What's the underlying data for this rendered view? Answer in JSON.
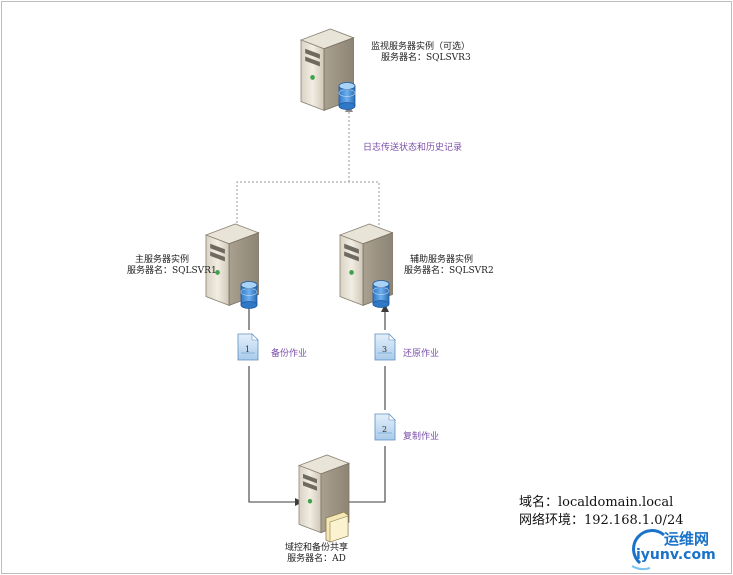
{
  "nodes": {
    "monitor": {
      "title": "监视服务器实例（可选）",
      "name": "服务器名：SQLSVR3"
    },
    "primary": {
      "title": "主服务器实例",
      "name": "服务器名：SQLSVR1"
    },
    "secondary": {
      "title": "辅助服务器实例",
      "name": "服务器名：SQLSVR2"
    },
    "share": {
      "title": "域控和备份共享",
      "name": "服务器名：AD"
    }
  },
  "edges": {
    "history": "日志传送状态和历史记录",
    "backup": {
      "number": "1",
      "label": "备份作业"
    },
    "copy": {
      "number": "2",
      "label": "复制作业"
    },
    "restore": {
      "number": "3",
      "label": "还原作业"
    }
  },
  "environment": {
    "domain": "域名：localdomain.local",
    "network": "网络环境：192.168.1.0/24"
  },
  "watermark": {
    "cn": "运维网",
    "en": "iyunv.com"
  },
  "colors": {
    "label_purple": "#7a4ea8",
    "doc_blue": "#bcd8f0",
    "db_blue": "#3b86d6",
    "watermark_blue": "#1a73c8"
  }
}
